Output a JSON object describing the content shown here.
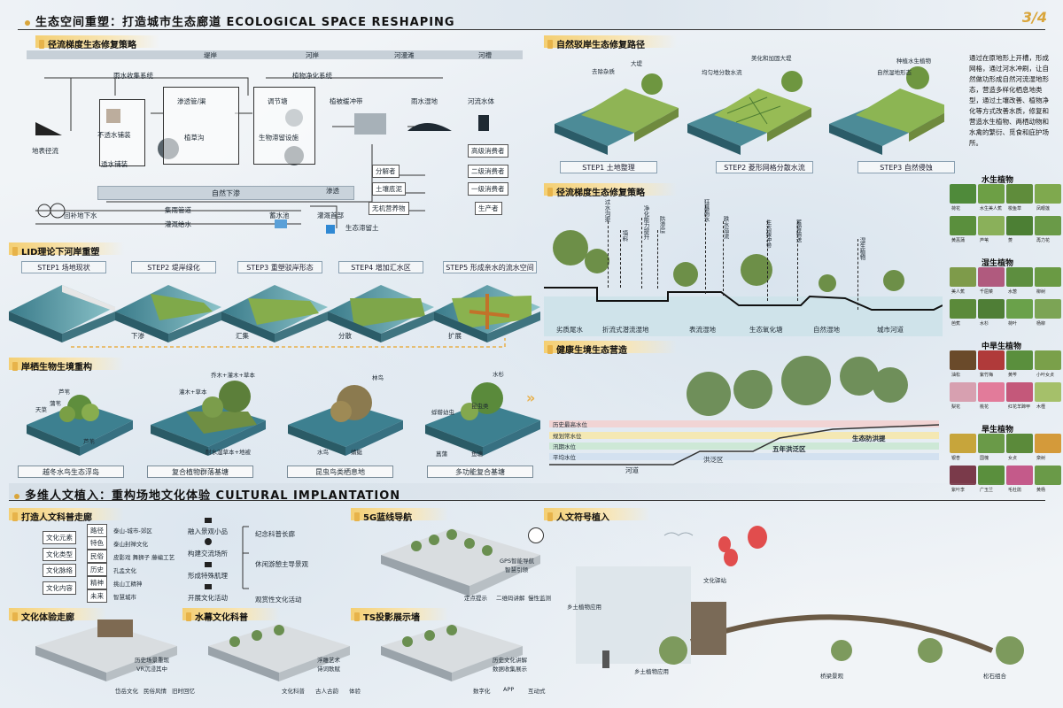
{
  "page": {
    "title": "生态空间重塑：打造城市生态廊道 ECOLOGICAL SPACE RESHAPING",
    "page_number": "3/4",
    "cultural_title": "多维人文植入：重构场地文化体验 CULTURAL IMPLANTATION"
  },
  "runoff": {
    "header": "径流梯度生态修复策略",
    "zones": [
      "堤岸",
      "河岸",
      "河漫滩",
      "河槽"
    ],
    "labels": {
      "rain_collection": "雨水收集系统",
      "plant_purification": "植物净化系统",
      "surface_runoff": "地表径流",
      "impervious": "不透水铺装",
      "permeable": "透水铺装",
      "seepage_pipe": "渗透管/渠",
      "grass_ditch": "植草沟",
      "regulating_pond": "调节塘",
      "bio_retention": "生物滞留设施",
      "vegetated_buffer": "植被缓冲带",
      "rain_wetland": "雨水湿地",
      "river_water": "河流水体",
      "natural_infiltration": "自然下渗",
      "infiltration": "渗透",
      "recharge_groundwater": "回补地下水",
      "collection_pipe": "集雨管道",
      "irrigation_supply": "灌溉给水",
      "reservoir": "蓄水池",
      "irrigation_head": "灌溉首部",
      "bio_retention_soil": "生态滞留土",
      "decomposer": "分解者",
      "soil_sediment": "土壤底泥",
      "inorganic_nutrients": "无机营养物",
      "top_consumer": "高级消费者",
      "secondary_consumer": "二级消费者",
      "primary_consumer": "一级消费者",
      "producer": "生产者"
    }
  },
  "lid": {
    "header": "LID理论下河岸重塑",
    "steps": [
      "STEP1 场地现状",
      "STEP2 堤岸绿化",
      "STEP3 重塑驳岸形态",
      "STEP4 增加汇水区",
      "STEP5 形成亲水的流水空间"
    ],
    "actions": [
      "下渗",
      "汇集",
      "分散",
      "扩展"
    ]
  },
  "habitat": {
    "header": "岸栖生物生境重构",
    "captions": [
      "越冬水鸟生态浮岛",
      "复合植物群落基塘",
      "昆虫鸟类栖息地",
      "多功能复合基塘"
    ],
    "labels": {
      "reed": "芦苇",
      "cattail": "蒲苇",
      "tiancai": "天菜",
      "reed_grass": "芦苇",
      "tree_shrub_grass": "乔木+灌木+草本",
      "shrub_grass": "灌木+草本",
      "wet_tree_shrub_grass": "耐水湿草本+地被",
      "heron": "林鸟",
      "waterbird": "水鸟",
      "dragonfly": "蜻蜓",
      "mayfly": "蜉蝣幼虫",
      "insects": "昆虫类",
      "shui_shan": "水杉",
      "xiangpu": "菖蒲",
      "fish": "鱼塘"
    }
  },
  "natural_path": {
    "header": "自然驳岸生态修复路径",
    "step_labels": [
      "STEP1 土地整理",
      "STEP2 菱形网格分散水流",
      "STEP3 自然侵蚀"
    ],
    "annotations": [
      "去除杂质",
      "大堤",
      "美化和加固大堤",
      "均匀地分散水流",
      "种植水生植物",
      "自然湿地形态"
    ],
    "description": "通过在原地形上开槽，形成网格，通过河水冲刷，让自然做功形成自然河流湿地形态，营造多样化栖息地类型，通过土壤改善、植物净化等方式改善水质，修复和营造水生植物、两栖动物和水禽的繁衍、觅食和庇护场所。"
  },
  "gradient": {
    "header": "径流梯度生态修复策略",
    "vlabels": [
      "过水沟渠",
      "填料",
      "净化能力提升",
      "防渗层",
      "狂暴雨水",
      "跌水溢流",
      "生态缓冲带",
      "蓄留输送",
      "湿生植物"
    ],
    "zones": [
      "劣质尾水",
      "折流式潜流湿地",
      "表流湿地",
      "生态氧化塘",
      "自然湿地",
      "城市河道"
    ]
  },
  "healthy": {
    "header": "健康生境生态营造",
    "levels": [
      "历史最高水位",
      "规划常水位",
      "汛期水位",
      "平均水位"
    ],
    "zones": [
      "河道",
      "洪泛区",
      "五年洪泛区",
      "生态防洪提"
    ]
  },
  "plants": {
    "aquatic": {
      "title": "水生植物",
      "names": [
        "荷花",
        "水生美人蕉",
        "梭鱼草",
        "凤眼莲",
        "黄菖蒲",
        "芦苇",
        "菱",
        "再力花"
      ]
    },
    "wet": {
      "title": "湿生植物",
      "names": [
        "美人蕉",
        "千屈菜",
        "水葱",
        "柳树",
        "芭蕉",
        "水杉",
        "荷叶",
        "杨柳"
      ]
    },
    "mid": {
      "title": "中旱生植物",
      "names": [
        "油松",
        "紫竹梅",
        "黄芩",
        "小叶女贞",
        "梨花",
        "桃花",
        "红花羊蹄甲",
        "木槿"
      ]
    },
    "dry": {
      "title": "旱生植物",
      "names": [
        "银杏",
        "国槐",
        "女贞",
        "栾树",
        "紫叶李",
        "广玉兰",
        "毛杜鹃",
        "黄杨"
      ]
    }
  },
  "culture": {
    "header_corridor": "打造人文科普走廊",
    "elements": [
      "文化元素",
      "文化类型",
      "文化脉络",
      "文化内容"
    ],
    "keys": [
      "路径",
      "特色",
      "民俗",
      "历史",
      "精神",
      "未来"
    ],
    "details": [
      "泰山-城市-郊区",
      "泰山封禅文化",
      "皮影戏 舞狮子 藤编工艺",
      "孔孟文化",
      "挑山工精神",
      "智慧城市"
    ],
    "actions": [
      "融入景观小品",
      "构建交流场所",
      "形成特殊肌理",
      "开展文化活动"
    ],
    "outcomes": [
      "纪念科普长廊",
      "休闲游憩主导景观",
      "观赏性文化活动"
    ],
    "header_5g": "5G蓝线导航",
    "nav_labels": [
      "GPS智能导航",
      "智慧引领",
      "定点提示",
      "二维码讲解",
      "慢性监测"
    ],
    "header_corridor2": "文化体验走廊",
    "corridor_labels": [
      "历史场景重现",
      "VR沉浸其中",
      "岱岳文化",
      "民俗风情",
      "旧时回忆"
    ],
    "header_water": "水幕文化科普",
    "water_labels": [
      "浮雕艺术",
      "诗词歌赋",
      "文化科普",
      "古人古韵",
      "体验"
    ],
    "header_ts": "TS投影展示墙",
    "ts_labels": [
      "历史文化讲解",
      "数据收集展示",
      "数字化",
      "APP",
      "互动式"
    ],
    "header_symbol": "人文符号植入",
    "symbol_labels": [
      "文化驿站",
      "乡土植物应用",
      "乡土植物应用",
      "桥梁景观",
      "松石组合"
    ]
  }
}
